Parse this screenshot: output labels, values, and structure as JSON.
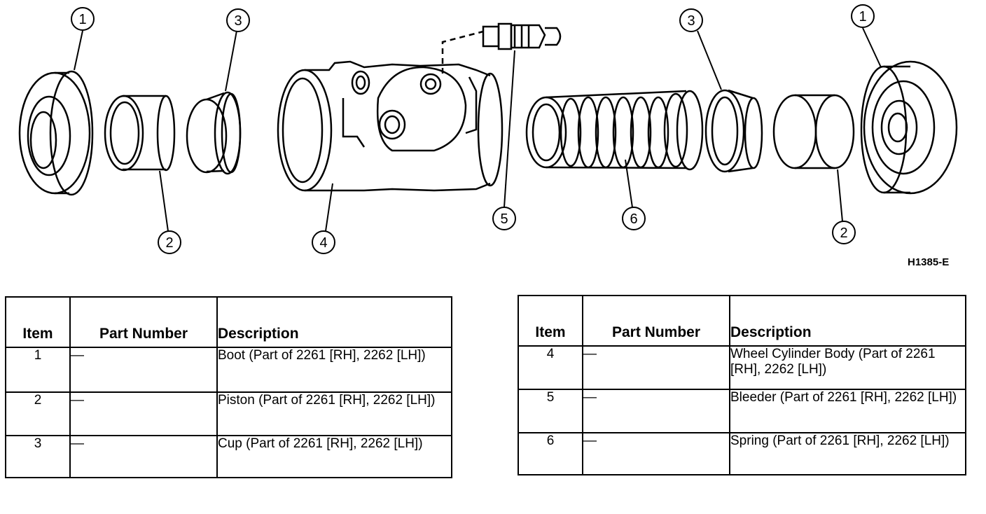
{
  "figure": {
    "code": "H1385-E",
    "callouts": [
      "1",
      "2",
      "3",
      "4",
      "5",
      "6",
      "3",
      "1",
      "2"
    ]
  },
  "tables": [
    {
      "headers": {
        "item": "Item",
        "part_number": "Part Number",
        "description": "Description"
      },
      "rows": [
        {
          "item": "1",
          "part_number": "—",
          "description": "Boot (Part of 2261 [RH], 2262 [LH])"
        },
        {
          "item": "2",
          "part_number": "—",
          "description": "Piston (Part of 2261 [RH], 2262 [LH])"
        },
        {
          "item": "3",
          "part_number": "—",
          "description": "Cup (Part of 2261 [RH], 2262 [LH])"
        }
      ]
    },
    {
      "headers": {
        "item": "Item",
        "part_number": "Part Number",
        "description": "Description"
      },
      "rows": [
        {
          "item": "4",
          "part_number": "—",
          "description": "Wheel Cylinder Body (Part of 2261 [RH], 2262 [LH])"
        },
        {
          "item": "5",
          "part_number": "—",
          "description": "Bleeder (Part of 2261 [RH], 2262 [LH])"
        },
        {
          "item": "6",
          "part_number": "—",
          "description": "Spring (Part of 2261 [RH], 2262 [LH])"
        }
      ]
    }
  ]
}
